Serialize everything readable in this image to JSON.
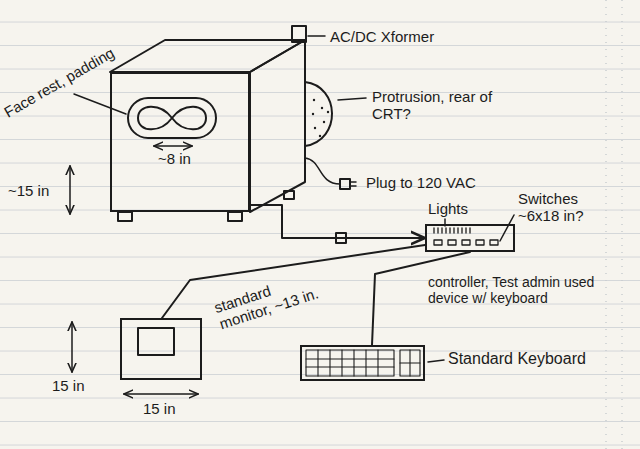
{
  "diagram": {
    "nodes": [
      {
        "text": [
          "Face rest, padding",
          "~8 in"
        ]
      },
      {
        "text": [
          "Lights",
          "Switches ~6x18 in?",
          "controller, Test admin used device w/ keyboard"
        ]
      },
      {
        "text": [
          "standard monitor, ~13 in."
        ]
      },
      {
        "text": [
          "Standard Keyboard"
        ]
      }
    ],
    "edges": [
      {
        "from": 0,
        "to": 1,
        "arrow": "to"
      },
      {
        "from": 1,
        "to": 2,
        "arrow": "none"
      },
      {
        "from": 1,
        "to": 3,
        "arrow": "none"
      }
    ],
    "labels": [
      "~15 in",
      "AC/DC Xformer",
      "Protrusion, rear of CRT?",
      "Plug to 120 VAC",
      "15 in",
      "15 in"
    ]
  }
}
